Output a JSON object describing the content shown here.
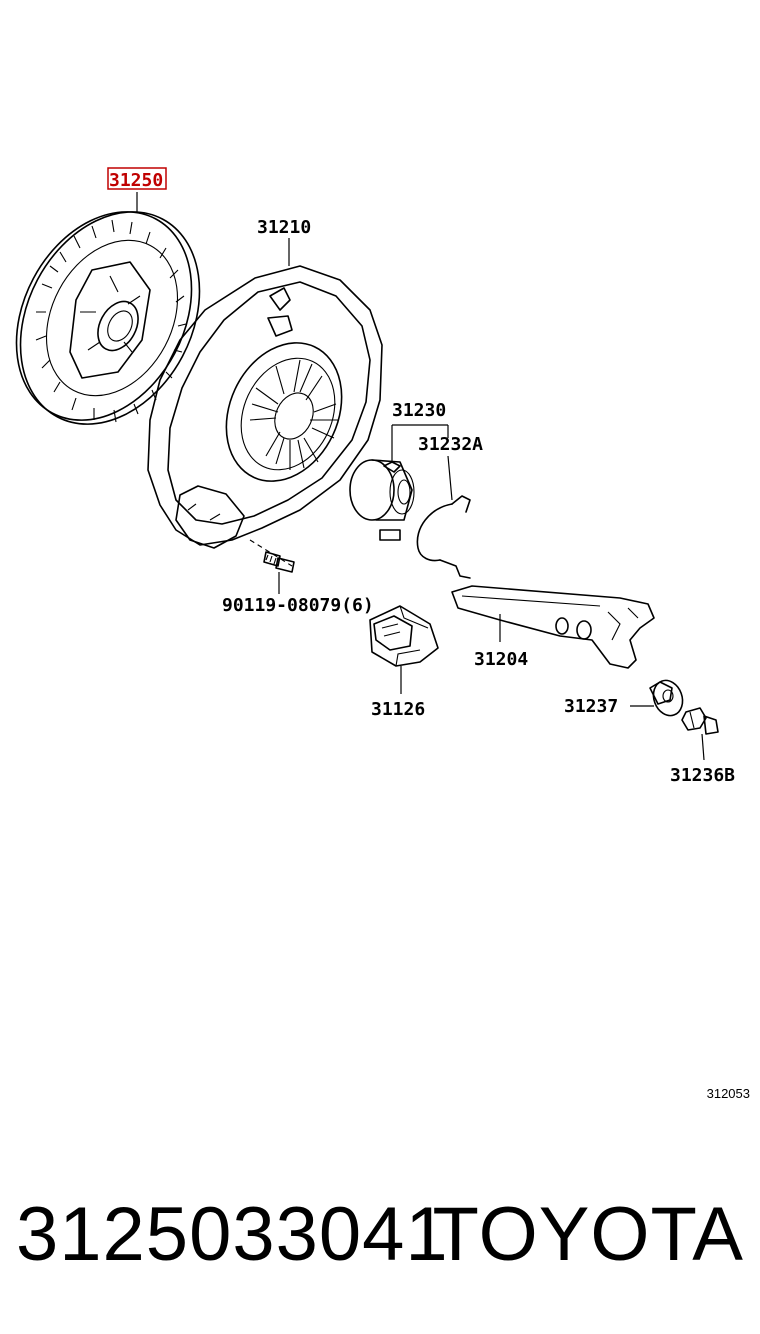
{
  "diagram": {
    "highlighted_part": "31250",
    "callouts": {
      "clutch_disc": "31250",
      "clutch_cover": "31210",
      "release_bearing_hub": "31230",
      "bearing_clip": "31232A",
      "bolt": "90119-08079(6)",
      "fork_boot": "31126",
      "release_fork": "31204",
      "fork_support_clip": "31237",
      "pivot_stud": "31236B"
    },
    "figure_code": "312053"
  },
  "footer": {
    "part_number": "3125033041",
    "brand": "TOYOTA"
  }
}
